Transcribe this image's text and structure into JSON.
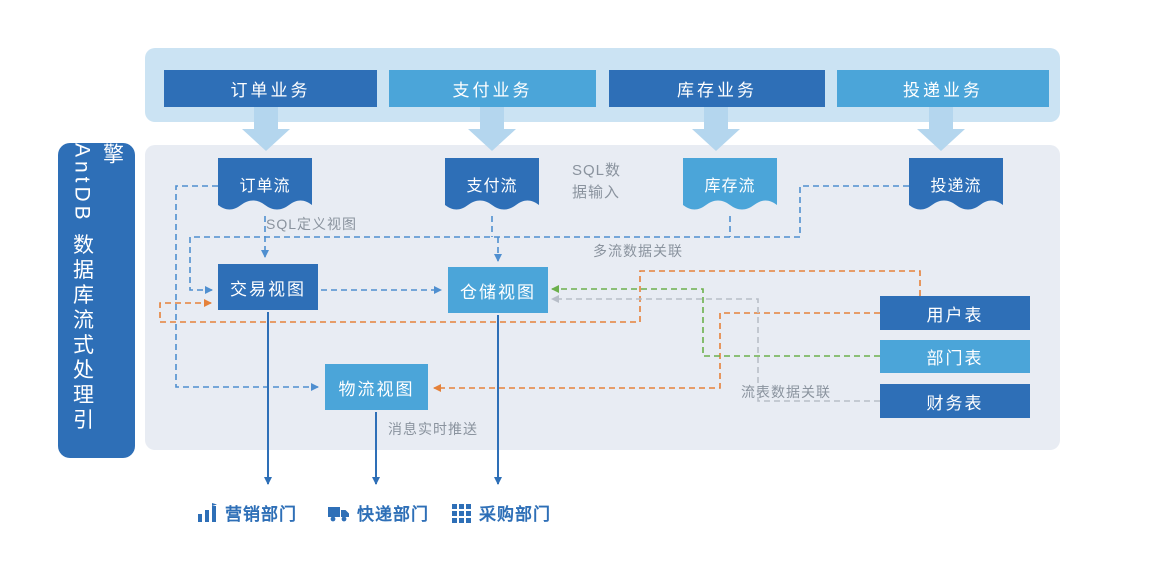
{
  "sidebar": {
    "title": "AntDB 数据库流式处理引擎"
  },
  "business_row": [
    {
      "label": "订单业务",
      "tone": "dark"
    },
    {
      "label": "支付业务",
      "tone": "light"
    },
    {
      "label": "库存业务",
      "tone": "dark"
    },
    {
      "label": "投递业务",
      "tone": "light"
    }
  ],
  "streams": [
    {
      "label": "订单流",
      "tone": "dark"
    },
    {
      "label": "支付流",
      "tone": "dark"
    },
    {
      "label": "库存流",
      "tone": "light"
    },
    {
      "label": "投递流",
      "tone": "dark"
    }
  ],
  "views": [
    {
      "label": "交易视图",
      "tone": "dark"
    },
    {
      "label": "仓储视图",
      "tone": "light"
    },
    {
      "label": "物流视图",
      "tone": "light"
    }
  ],
  "tables": [
    {
      "label": "用户表",
      "tone": "dark"
    },
    {
      "label": "部门表",
      "tone": "light"
    },
    {
      "label": "财务表",
      "tone": "dark"
    }
  ],
  "annotations": {
    "sql_input": "SQL数据输入",
    "sql_define_view": "SQL定义视图",
    "multi_stream_join": "多流数据关联",
    "stream_table_join": "流表数据关联",
    "realtime_push": "消息实时推送"
  },
  "departments": [
    {
      "label": "营销部门",
      "icon": "bar-chart-icon"
    },
    {
      "label": "快递部门",
      "icon": "truck-icon"
    },
    {
      "label": "采购部门",
      "icon": "grid-icon"
    }
  ],
  "colors": {
    "dark": "#2e6fb7",
    "light": "#4ba5d9",
    "band": "#cbe3f3",
    "panel": "#e8ecf3",
    "block_arrow": "#b4d6ee",
    "gray_text": "#8a939e",
    "blue_dash": "#4f8fd0",
    "orange_dash": "#e5813a",
    "green_dash": "#6cb04c",
    "gray_dash": "#b8bec8"
  }
}
